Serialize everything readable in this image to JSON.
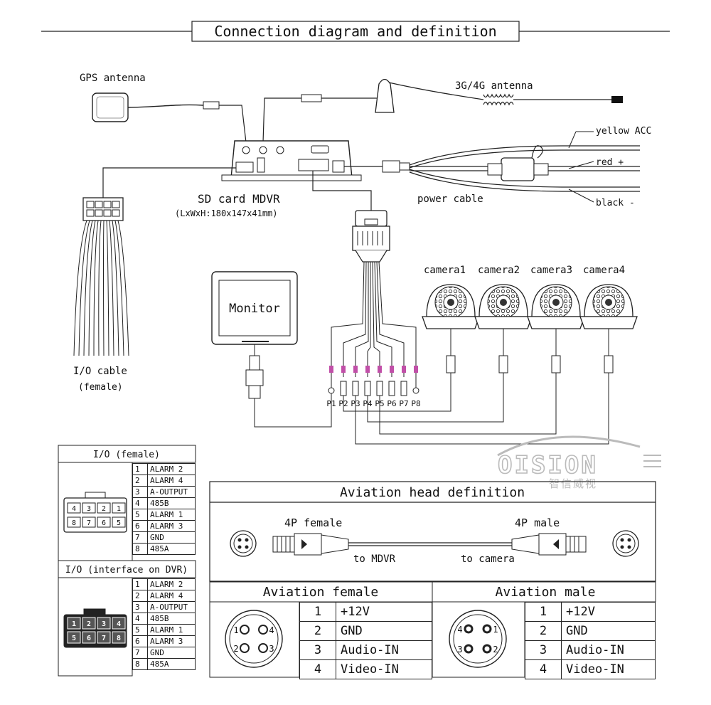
{
  "title": "Connection diagram and definition",
  "labels": {
    "gps_antenna": "GPS antenna",
    "antenna_3g4g": "3G/4G antenna",
    "mdvr": "SD card MDVR",
    "mdvr_dims": "(LxWxH:180x147x41mm)",
    "power_cable": "power cable",
    "yellow_acc": "yellow ACC",
    "red_plus": "red +",
    "black_minus": "black -",
    "io_cable": "I/O cable",
    "io_cable_sub": "(female)",
    "monitor": "Monitor",
    "cameras": [
      "camera1",
      "camera2",
      "camera3",
      "camera4"
    ],
    "ports": [
      "P1",
      "P2",
      "P3",
      "P4",
      "P5",
      "P6",
      "P7",
      "P8"
    ],
    "brand": "OISION",
    "brand_cn": "智信威视"
  },
  "io_female": {
    "header": "I/O (female)",
    "rows": [
      [
        "1",
        "ALARM 2"
      ],
      [
        "2",
        "ALARM 4"
      ],
      [
        "3",
        "A-OUTPUT"
      ],
      [
        "4",
        "485B"
      ],
      [
        "5",
        "ALARM 1"
      ],
      [
        "6",
        "ALARM 3"
      ],
      [
        "7",
        "GND"
      ],
      [
        "8",
        "485A"
      ]
    ],
    "pins_top": [
      "4",
      "3",
      "2",
      "1"
    ],
    "pins_bottom": [
      "8",
      "7",
      "6",
      "5"
    ]
  },
  "io_dvr": {
    "header": "I/O (interface on DVR)",
    "rows": [
      [
        "1",
        "ALARM 2"
      ],
      [
        "2",
        "ALARM 4"
      ],
      [
        "3",
        "A-OUTPUT"
      ],
      [
        "4",
        "485B"
      ],
      [
        "5",
        "ALARM 1"
      ],
      [
        "6",
        "ALARM 3"
      ],
      [
        "7",
        "GND"
      ],
      [
        "8",
        "485A"
      ]
    ],
    "pins_top": [
      "1",
      "2",
      "3",
      "4"
    ],
    "pins_bottom": [
      "5",
      "6",
      "7",
      "8"
    ]
  },
  "aviation": {
    "header": "Aviation head definition",
    "female_label": "4P female",
    "male_label": "4P male",
    "to_mdvr": "to MDVR",
    "to_camera": "to camera",
    "female_header": "Aviation female",
    "male_header": "Aviation male",
    "female_rows": [
      [
        "1",
        "+12V"
      ],
      [
        "2",
        "GND"
      ],
      [
        "3",
        "Audio-IN"
      ],
      [
        "4",
        "Video-IN"
      ]
    ],
    "male_rows": [
      [
        "1",
        "+12V"
      ],
      [
        "2",
        "GND"
      ],
      [
        "3",
        "Audio-IN"
      ],
      [
        "4",
        "Video-IN"
      ]
    ],
    "female_pins": [
      "1",
      "4",
      "2",
      "3"
    ],
    "male_pins": [
      "4",
      "1",
      "3",
      "2"
    ]
  }
}
